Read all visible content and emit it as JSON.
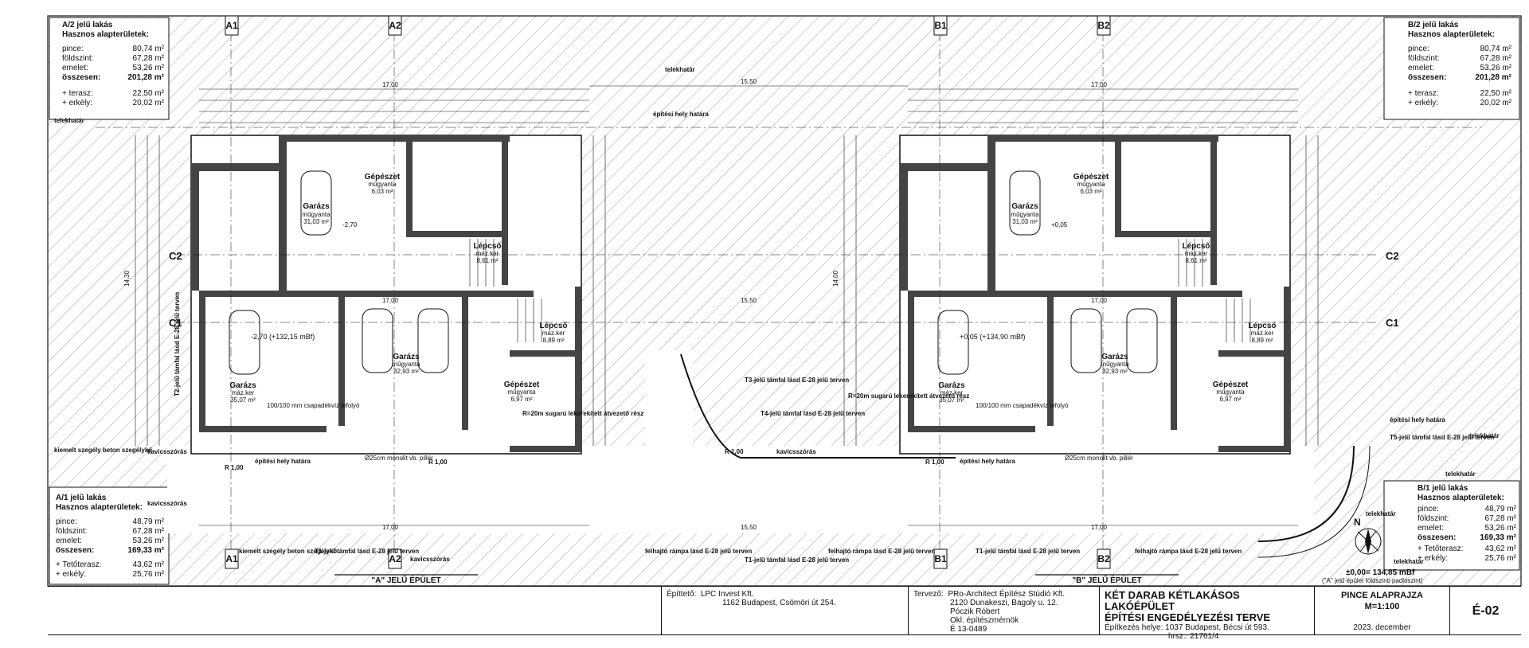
{
  "areaA2": {
    "title": "A/2 jelű lakás",
    "subtitle": "Hasznos alapterületek:",
    "rows": [
      [
        "pince:",
        "80,74 m²"
      ],
      [
        "földszint:",
        "67,28 m²"
      ],
      [
        "emelet:",
        "53,26 m²"
      ],
      [
        "összesen:",
        "201,28 m²"
      ],
      [
        "+ terasz:",
        "22,50 m²"
      ],
      [
        "+ erkély:",
        "20,02 m²"
      ]
    ]
  },
  "areaB2": {
    "title": "B/2 jelű lakás",
    "subtitle": "Hasznos alapterületek:",
    "rows": [
      [
        "pince:",
        "80,74 m²"
      ],
      [
        "földszint:",
        "67,28 m²"
      ],
      [
        "emelet:",
        "53,26 m²"
      ],
      [
        "összesen:",
        "201,28 m²"
      ],
      [
        "+ terasz:",
        "22,50 m²"
      ],
      [
        "+ erkély:",
        "20,02 m²"
      ]
    ]
  },
  "areaA1": {
    "title": "A/1 jelű lakás",
    "subtitle": "Hasznos alapterületek:",
    "rows": [
      [
        "pince:",
        "48,79 m²"
      ],
      [
        "földszint:",
        "67,28 m²"
      ],
      [
        "emelet:",
        "53,26 m²"
      ],
      [
        "összesen:",
        "169,33 m²"
      ],
      [
        "+ Tetőterasz:",
        "43,62 m²"
      ],
      [
        "+ erkély:",
        "25,76 m²"
      ]
    ]
  },
  "areaB1": {
    "title": "B/1 jelű lakás",
    "subtitle": "Hasznos alapterületek:",
    "rows": [
      [
        "pince:",
        "48,79 m²"
      ],
      [
        "földszint:",
        "67,28 m²"
      ],
      [
        "emelet:",
        "53,26 m²"
      ],
      [
        "összesen:",
        "169,33 m²"
      ],
      [
        "+ Tetőterasz:",
        "43,62 m²"
      ],
      [
        "+ erkély:",
        "25,76 m²"
      ]
    ]
  },
  "axes": {
    "a1": "A1",
    "a2": "A2",
    "b1": "B1",
    "b2": "B2",
    "c1": "C1",
    "c2": "C2"
  },
  "labels": {
    "telekhatar": "telekhatár",
    "epitesi_hely": "építési hely határa",
    "garazs": "Garázs",
    "gepeszet": "Gépészet",
    "lepcso": "Lépcső",
    "muzgyanta": "műgyanta",
    "mazker": "máz.ker",
    "garage_a_big_area": "31,03 m²",
    "garage_a_small": "35,07 m²",
    "garage_a_mid": "32,93 m²",
    "gep_top_area": "6,03 m²",
    "gep_bot_area": "6,97 m²",
    "lep_top_area": "8,61 m²",
    "lep_bot_area": "8,89 m²",
    "lvl_a_top": "-2,70",
    "lvl_a_main": "-2,70 (+132,15 mBf)",
    "lvl_b_top": "+0,05",
    "lvl_b_main": "+0,05 (+134,90 mBf)",
    "csapadek": "100/100 mm csapadékvíz lefolyó",
    "radius": "R=20m sugarú lekerekített átvezető rész",
    "t2": "T2-jelű támfal lásd E-28 jelű terven",
    "t3": "T3-jelű támfal lásd E-28 jelű terven",
    "t4": "T4-jelű támfal lásd E-28 jelű terven",
    "t5": "T5-jelű támfal lásd E-28 jelű terven",
    "t1": "T1-jelű támfal lásd E-28 jelű terven",
    "ramp": "felhajtó rámpa lásd E-28 jelű terven",
    "kavics": "kavicsszórás",
    "szegely": "kiemelt szegély beton szegélykő",
    "piller": "Ø25cm monolit vb. pillér",
    "r100": "R 1,00",
    "epulet_a": "\"A\" JELŰ ÉPÜLET",
    "epulet_b": "\"B\" JELŰ ÉPÜLET",
    "zero": "±0,00= 134,85 mBf",
    "zero_note": "(\"A\" jelű épület földszinti padlószint)",
    "dim_1700": "17,00",
    "dim_1550": "15,50",
    "dim_1430": "14,30",
    "dim_1400": "14,00"
  },
  "titleblock": {
    "epitteto_label": "Építtető:",
    "epitteto": "LPC Invest Kft.",
    "epitteto_addr": "1162 Budapest, Csömöri út 254.",
    "tervezo_label": "Tervező:",
    "tervezo": "PRo-Architect Építész Stúdió Kft.",
    "tervezo_addr": "2120 Dunakeszi, Bagoly u. 12.",
    "tervezo_name": "Póczik Róbert",
    "tervezo_role": "Okl. építészmérnök",
    "tervezo_id": "É 13-0489",
    "project1": "KÉT DARAB KÉTLAKÁSOS LAKÓÉPÜLET",
    "project2": "ÉPÍTÉSI ENGEDÉLYEZÉSI TERVE",
    "site": "Építkezés helye: 1037 Budapest, Bécsi út 593.",
    "hrsz": "hrsz.: 21761/4",
    "sheet_title": "PINCE ALAPRAJZA",
    "scale": "M=1:100",
    "date": "2023. december",
    "sheet_no": "É-02"
  }
}
